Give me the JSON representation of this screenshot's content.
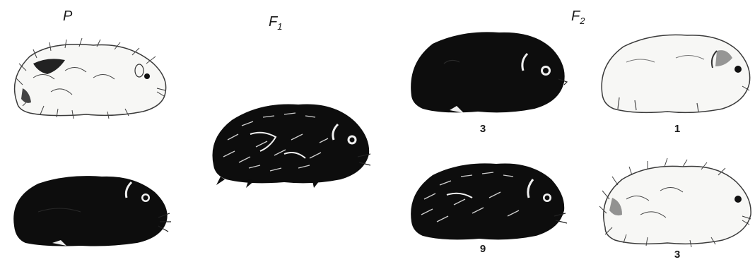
{
  "labels": {
    "parent": "P",
    "f1_base": "F",
    "f1_sub": "1",
    "f2_base": "F",
    "f2_sub": "2"
  },
  "ratios": {
    "black_smooth": "3",
    "white_smooth": "1",
    "black_rough": "9",
    "white_rough": "3"
  },
  "colors": {
    "black_coat": "#0d0d0d",
    "white_coat": "#f7f7f5",
    "outline": "#3a3a3a"
  }
}
